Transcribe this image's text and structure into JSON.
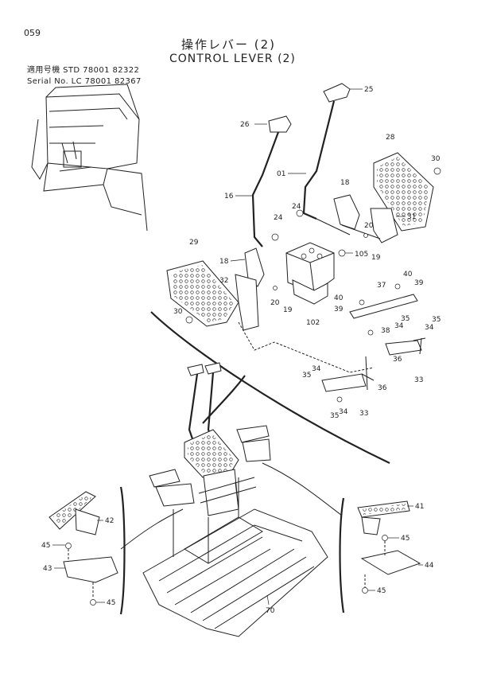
{
  "header": {
    "page_number": "059",
    "title_jp": "操作レバー (2)",
    "title_en": "CONTROL LEVER (2)",
    "serial_line_1": "適用号機 STD 78001 82322",
    "serial_line_2": "Serial No. LC 78001 82367"
  },
  "callouts": [
    {
      "id": "25",
      "text": "25"
    },
    {
      "id": "26",
      "text": "26"
    },
    {
      "id": "28",
      "text": "28"
    },
    {
      "id": "30a",
      "text": "30"
    },
    {
      "id": "01",
      "text": "01"
    },
    {
      "id": "18a",
      "text": "18"
    },
    {
      "id": "16",
      "text": "16"
    },
    {
      "id": "24a",
      "text": "24"
    },
    {
      "id": "24b",
      "text": "24"
    },
    {
      "id": "20a",
      "text": "20"
    },
    {
      "id": "31",
      "text": "31"
    },
    {
      "id": "19a",
      "text": "19"
    },
    {
      "id": "29",
      "text": "29"
    },
    {
      "id": "105",
      "text": "105"
    },
    {
      "id": "18b",
      "text": "18"
    },
    {
      "id": "32",
      "text": "32"
    },
    {
      "id": "40a",
      "text": "40"
    },
    {
      "id": "39a",
      "text": "39"
    },
    {
      "id": "20b",
      "text": "20"
    },
    {
      "id": "19b",
      "text": "19"
    },
    {
      "id": "37",
      "text": "37"
    },
    {
      "id": "30b",
      "text": "30"
    },
    {
      "id": "102",
      "text": "102"
    },
    {
      "id": "40b",
      "text": "40"
    },
    {
      "id": "39b",
      "text": "39"
    },
    {
      "id": "35a",
      "text": "35"
    },
    {
      "id": "38",
      "text": "38"
    },
    {
      "id": "34a",
      "text": "34"
    },
    {
      "id": "34b",
      "text": "34"
    },
    {
      "id": "35b",
      "text": "35"
    },
    {
      "id": "36a",
      "text": "36"
    },
    {
      "id": "33a",
      "text": "33"
    },
    {
      "id": "34c",
      "text": "34"
    },
    {
      "id": "35c",
      "text": "35"
    },
    {
      "id": "36b",
      "text": "36"
    },
    {
      "id": "35d",
      "text": "35"
    },
    {
      "id": "34d",
      "text": "34"
    },
    {
      "id": "33b",
      "text": "33"
    },
    {
      "id": "41",
      "text": "41"
    },
    {
      "id": "42",
      "text": "42"
    },
    {
      "id": "45a",
      "text": "45"
    },
    {
      "id": "43",
      "text": "43"
    },
    {
      "id": "45b",
      "text": "45"
    },
    {
      "id": "45c",
      "text": "45"
    },
    {
      "id": "44",
      "text": "44"
    },
    {
      "id": "45d",
      "text": "45"
    },
    {
      "id": "70",
      "text": "70"
    }
  ]
}
